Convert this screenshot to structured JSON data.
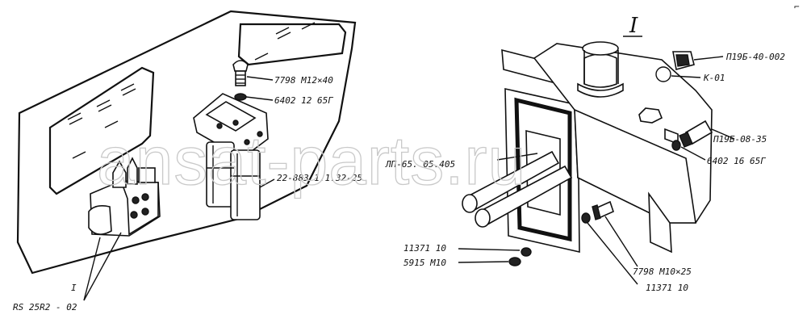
{
  "section_marker": "I",
  "watermark": "ansat-parts.ru",
  "labels": {
    "bolt_m12": "7798  M12×40",
    "washer_6402_12": "6402  12  65Г",
    "filter": "22-883  1.1.32-25",
    "valve": "RS 25R2 - 02",
    "marker_left": "I",
    "gasket": "ЛП-65. 05.405",
    "fitting_top": "П19Б-40-002",
    "ring": "К-01",
    "fitting_mid": "П19Б-08-35",
    "washer_6402_16": "6402  16  65Г",
    "bolt_m10": "7798  M10×25",
    "washer_11371_a": "11371  10",
    "nut_5915": "5915  M10",
    "washer_11371_b": "11371  10"
  }
}
